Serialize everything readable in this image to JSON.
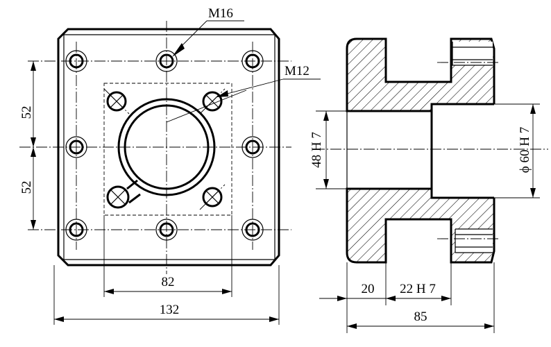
{
  "labels": {
    "thread_large": "M16",
    "thread_small": "M12",
    "pitch_upper": "52",
    "pitch_lower": "52",
    "bolt_square": "82",
    "overall_width": "132",
    "bore_small": "48 H 7",
    "bore_large": "ϕ 60 H 7",
    "depth_front": "20",
    "slot_width": "22 H 7",
    "overall_length": "85"
  }
}
